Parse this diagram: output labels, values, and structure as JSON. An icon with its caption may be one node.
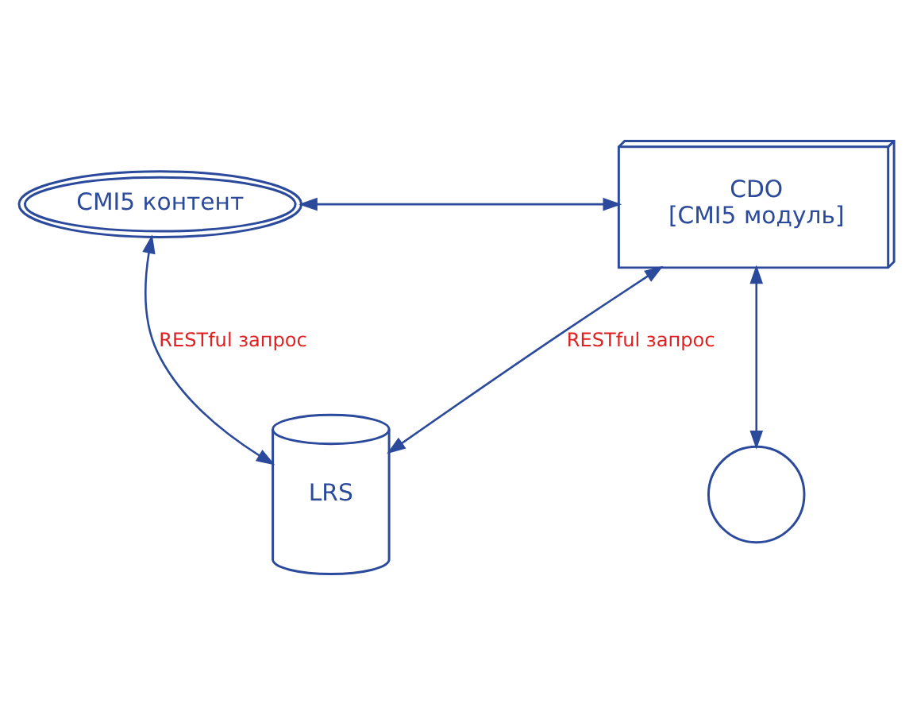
{
  "diagram": {
    "nodes": [
      {
        "text": [
          "CMI5 контент"
        ]
      },
      {
        "text": [
          "CDO",
          "[CMI5 модуль]"
        ]
      },
      {
        "text": [
          "LRS"
        ]
      },
      {
        "text": [],
        "shape": "circle"
      }
    ],
    "edges": [
      {
        "from": 0,
        "to": 1,
        "arrow": "both"
      },
      {
        "from": 0,
        "to": 2,
        "arrow": "both",
        "label": "RESTful запрос"
      },
      {
        "from": 2,
        "to": 1,
        "arrow": "both",
        "label": "RESTful запрос"
      },
      {
        "from": 1,
        "to": 3,
        "arrow": "both"
      }
    ]
  }
}
